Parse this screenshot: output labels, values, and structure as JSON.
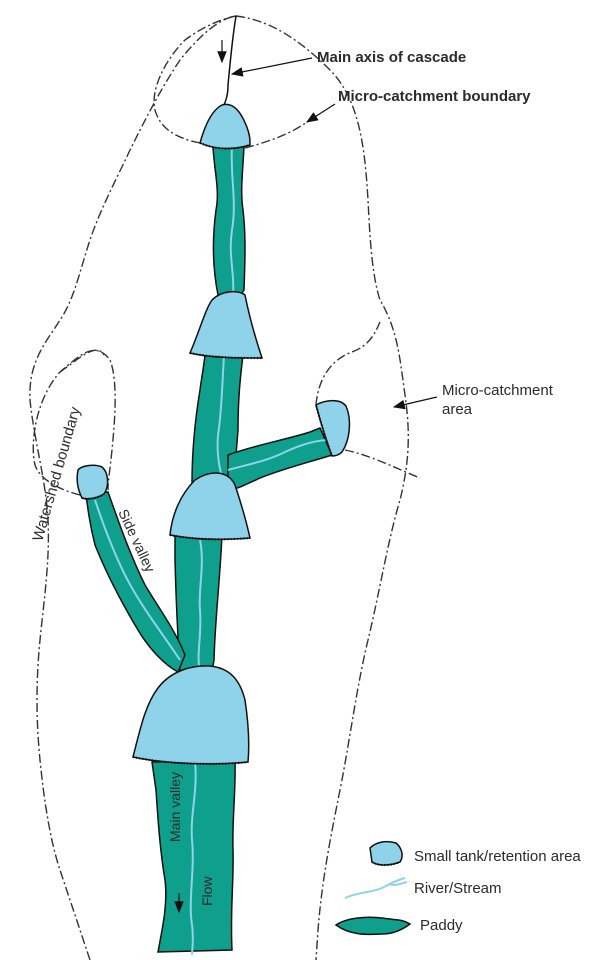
{
  "labels": {
    "main_axis": "Main axis of cascade",
    "micro_boundary": "Micro-catchment boundary",
    "micro_area_line1": "Micro-catchment",
    "micro_area_line2": "area",
    "watershed": "Watershed boundary",
    "side_valley": "Side valley",
    "main_valley": "Main valley",
    "flow": "Flow"
  },
  "legend": [
    {
      "label": "Small tank/retention area",
      "icon": "tank-icon"
    },
    {
      "label": "River/Stream",
      "icon": "river-icon"
    },
    {
      "label": "Paddy",
      "icon": "paddy-icon"
    }
  ],
  "colors": {
    "paddy": "#0e9f8d",
    "tank": "#8fd3ea",
    "river": "#8fd3ea",
    "outline": "#111111"
  }
}
